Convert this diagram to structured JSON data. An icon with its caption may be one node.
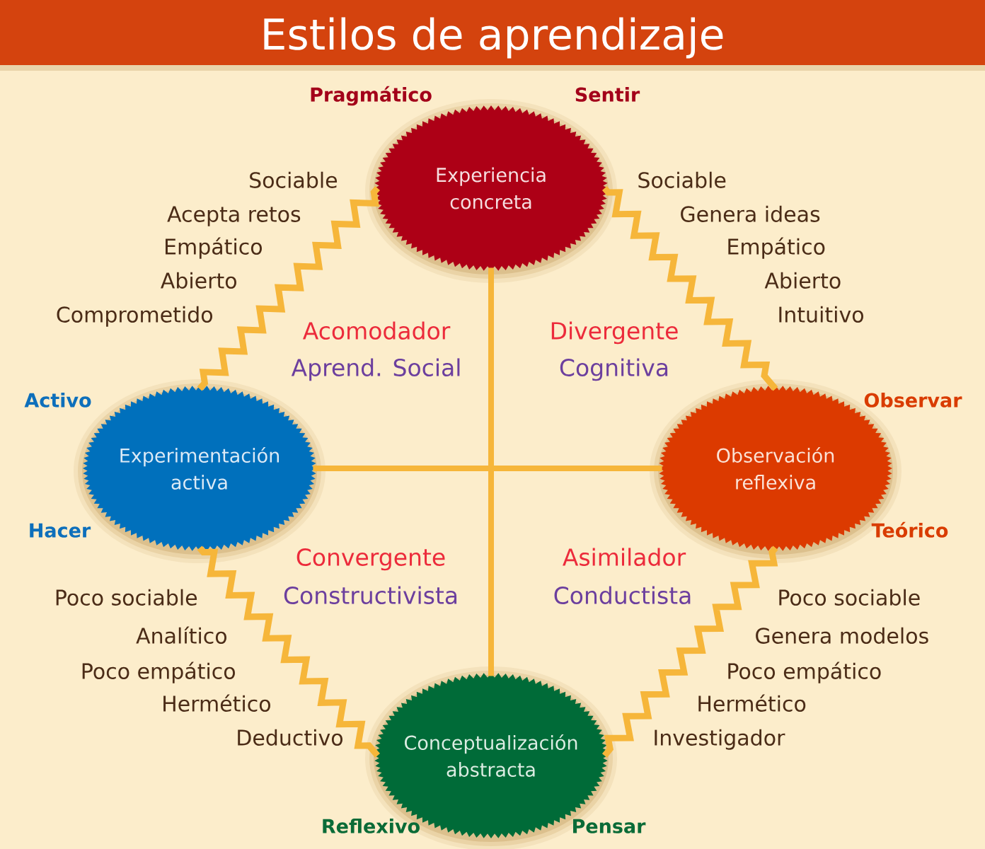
{
  "diagram": {
    "title": "Estilos de aprendizaje",
    "nodes": [
      {
        "text": [
          "Experiencia concreta"
        ],
        "beside": [
          "Pragmático",
          "Sentir"
        ]
      },
      {
        "text": [
          "Experimentación activa"
        ],
        "beside": [
          "Activo",
          "Hacer"
        ]
      },
      {
        "text": [
          "Observación reflexiva"
        ],
        "beside": [
          "Observar",
          "Teórico"
        ]
      },
      {
        "text": [
          "Conceptualización abstracta"
        ],
        "beside": [
          "Reflexivo",
          "Pensar"
        ]
      }
    ],
    "edges": [
      {
        "from": 0,
        "to": 1,
        "arrow": "none"
      },
      {
        "from": 0,
        "to": 2,
        "arrow": "none"
      },
      {
        "from": 1,
        "to": 3,
        "arrow": "none"
      },
      {
        "from": 2,
        "to": 3,
        "arrow": "none"
      },
      {
        "from": 0,
        "to": 3,
        "arrow": "none"
      },
      {
        "from": 1,
        "to": 2,
        "arrow": "none"
      }
    ],
    "labels": [
      "Sociable",
      "Acepta retos",
      "Empático",
      "Abierto",
      "Comprometido",
      "Sociable",
      "Genera ideas",
      "Empático",
      "Abierto",
      "Intuitivo",
      "Acomodador",
      "Aprend. Social",
      "Divergente",
      "Cognitiva",
      "Convergente",
      "Constructivista",
      "Asimilador",
      "Conductista",
      "Poco sociable",
      "Analítico",
      "Poco empático",
      "Hermético",
      "Deductivo",
      "Poco sociable",
      "Genera modelos",
      "Poco empático",
      "Hermético",
      "Investigador"
    ]
  }
}
